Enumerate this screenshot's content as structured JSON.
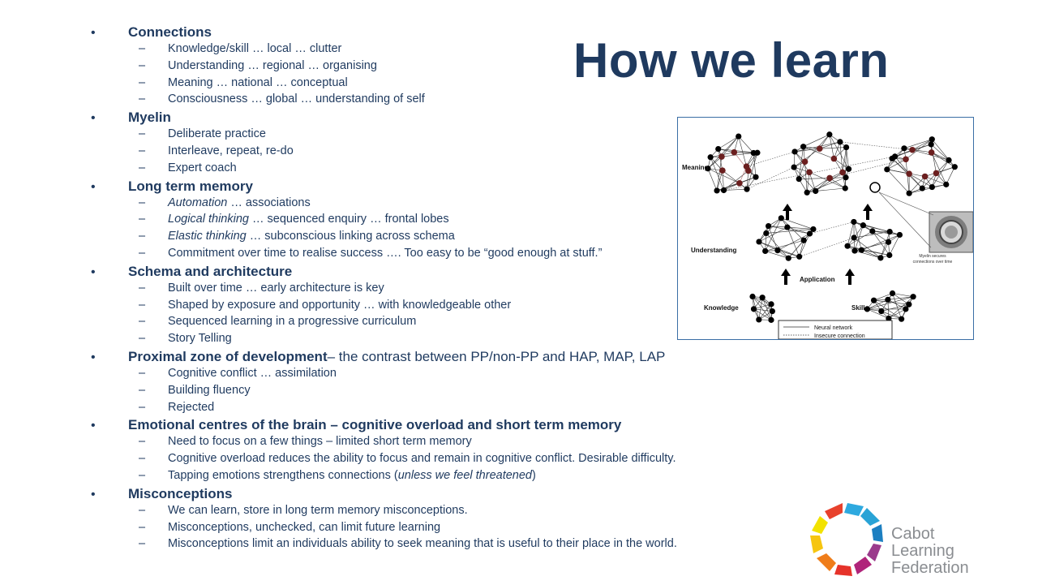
{
  "title": "How we learn",
  "bullet_char": "•",
  "dash_char": "–",
  "sections": [
    {
      "heading": "Connections",
      "suffix": "",
      "items": [
        {
          "pre": "",
          "italic": "",
          "text": "Knowledge/skill … local … clutter"
        },
        {
          "pre": "",
          "italic": "",
          "text": "Understanding … regional … organising"
        },
        {
          "pre": "",
          "italic": "",
          "text": "Meaning … national … conceptual"
        },
        {
          "pre": "",
          "italic": "",
          "text": "Consciousness … global … understanding of self"
        }
      ]
    },
    {
      "heading": "Myelin",
      "suffix": "",
      "items": [
        {
          "pre": "",
          "italic": "",
          "text": "Deliberate practice"
        },
        {
          "pre": "",
          "italic": "",
          "text": "Interleave, repeat, re-do"
        },
        {
          "pre": "",
          "italic": "",
          "text": "Expert coach"
        }
      ]
    },
    {
      "heading": "Long term memory",
      "suffix": "",
      "items": [
        {
          "pre": "",
          "italic": "Automation",
          "text": " … associations"
        },
        {
          "pre": "",
          "italic": "Logical thinking",
          "text": " … sequenced enquiry … frontal lobes"
        },
        {
          "pre": "",
          "italic": "Elastic thinking",
          "text": " … subconscious linking across schema"
        },
        {
          "pre": "",
          "italic": "",
          "text": "Commitment over time to realise success …. Too easy to be “good enough at stuff.”"
        }
      ]
    },
    {
      "heading": "Schema and architecture",
      "suffix": "",
      "items": [
        {
          "pre": "",
          "italic": "",
          "text": "Built over time … early architecture is key"
        },
        {
          "pre": "",
          "italic": "",
          "text": "Shaped by exposure and opportunity … with knowledgeable other"
        },
        {
          "pre": "",
          "italic": "",
          "text": "Sequenced learning in a progressive curriculum"
        },
        {
          "pre": "",
          "italic": "",
          "text": "Story Telling"
        }
      ]
    },
    {
      "heading": "Proximal zone of development",
      "suffix": " – the contrast between PP/non-PP and HAP, MAP, LAP",
      "items": [
        {
          "pre": "",
          "italic": "",
          "text": "Cognitive conflict … assimilation"
        },
        {
          "pre": "",
          "italic": "",
          "text": "Building fluency"
        },
        {
          "pre": "",
          "italic": "",
          "text": "Rejected"
        }
      ]
    },
    {
      "heading": "Emotional centres of the brain – cognitive overload and short term memory",
      "suffix": "",
      "items": [
        {
          "pre": "",
          "italic": "",
          "text": "Need to focus on a few things – limited short term memory"
        },
        {
          "pre": "",
          "italic": "",
          "text": "Cognitive overload reduces the ability to focus and remain in cognitive conflict. Desirable difficulty."
        },
        {
          "pre": "Tapping emotions strengthens connections (",
          "italic": "unless we feel threatened",
          "text": ")"
        }
      ]
    },
    {
      "heading": "Misconceptions",
      "suffix": "",
      "items": [
        {
          "pre": "",
          "italic": "",
          "text": "We can learn, store in long term memory misconceptions."
        },
        {
          "pre": "",
          "italic": "",
          "text": "Misconceptions, unchecked, can limit future learning"
        },
        {
          "pre": "",
          "italic": "",
          "text": "Misconceptions limit an individuals ability to seek meaning that is useful to their place in the world."
        }
      ]
    }
  ],
  "diagram": {
    "labels": {
      "meaning": "Meaning",
      "understanding": "Understanding",
      "knowledge": "Knowledge",
      "skill": "Skill",
      "application": "Application",
      "myelin_caption_1": "Myelin secures",
      "myelin_caption_2": "connections over time"
    },
    "legend": {
      "neural": "Neural network",
      "insecure": "Insecure connection"
    }
  },
  "logo": {
    "line1": "Cabot",
    "line2": "Learning",
    "line3": "Federation"
  }
}
